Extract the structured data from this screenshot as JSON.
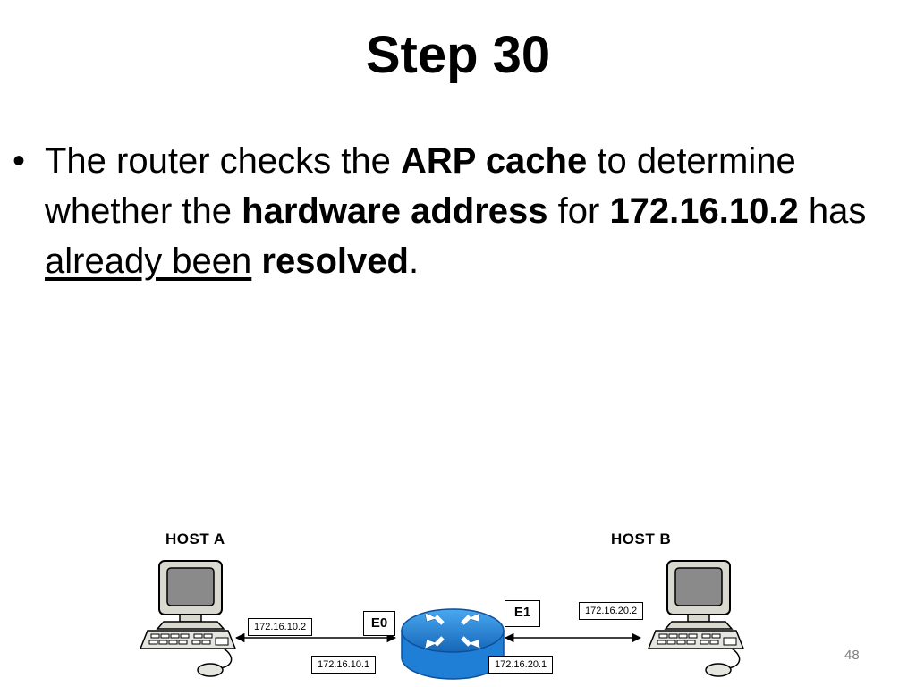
{
  "slide": {
    "title": "Step 30",
    "bullet_symbol": "•",
    "bullet": {
      "t1": "The router checks the ",
      "b1": "ARP cache",
      "t2": " to determine whether the ",
      "b2": "hardware address",
      "t3": " for ",
      "b3": "172.16.10.2",
      "t4": " has ",
      "u1": "already been",
      "t5": " ",
      "b4": "resolved",
      "t6": "."
    },
    "page_number": "48"
  },
  "diagram": {
    "host_a_label": "HOST A",
    "host_b_label": "HOST B",
    "host_a_ip": "172.16.10.2",
    "router_e0_ip": "172.16.10.1",
    "router_e1_ip": "172.16.20.1",
    "host_b_ip": "172.16.20.2",
    "port_e0": "E0",
    "port_e1": "E1",
    "icons": {
      "computer": "computer-icon",
      "router": "router-icon",
      "arrow": "double-arrow"
    },
    "colors": {
      "router_blue": "#1f7fd6",
      "screen_gray": "#8a8a8a",
      "monitor_beige": "#d9d9d0"
    }
  }
}
